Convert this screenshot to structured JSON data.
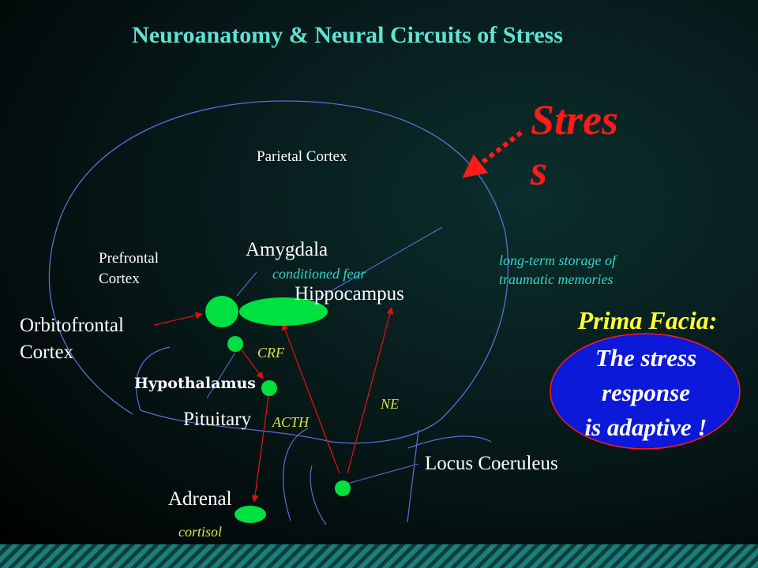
{
  "title": "Neuroanatomy & Neural Circuits of Stress",
  "stress_label": "Stress",
  "labels": {
    "parietal": "Parietal Cortex",
    "prefrontal_line1": "Prefrontal",
    "prefrontal_line2": "Cortex",
    "amygdala": "Amygdala",
    "conditioned_fear": "conditioned fear",
    "hippocampus": "Hippocampus",
    "longterm_line1": "long-term storage of",
    "longterm_line2": "traumatic memories",
    "orbitofrontal_line1": "Orbitofrontal",
    "orbitofrontal_line2": "Cortex",
    "crf": "CRF",
    "hypothalamus": "Hypothalamus",
    "pituitary": "Pituitary",
    "acth": "ACTH",
    "ne": "NE",
    "locus": "Locus Coeruleus",
    "adrenal": "Adrenal",
    "cortisol": "cortisol"
  },
  "callout": {
    "heading": "Prima Facia:",
    "line1": "The stress",
    "line2": "response",
    "line3": "is adaptive !"
  },
  "colors": {
    "title": "#5fe3d2",
    "stress": "#ff1a1a",
    "node": "#00e040",
    "arrow": "#dd1111",
    "outline": "#5b6fd6",
    "callout_fill": "#0d19d8"
  }
}
